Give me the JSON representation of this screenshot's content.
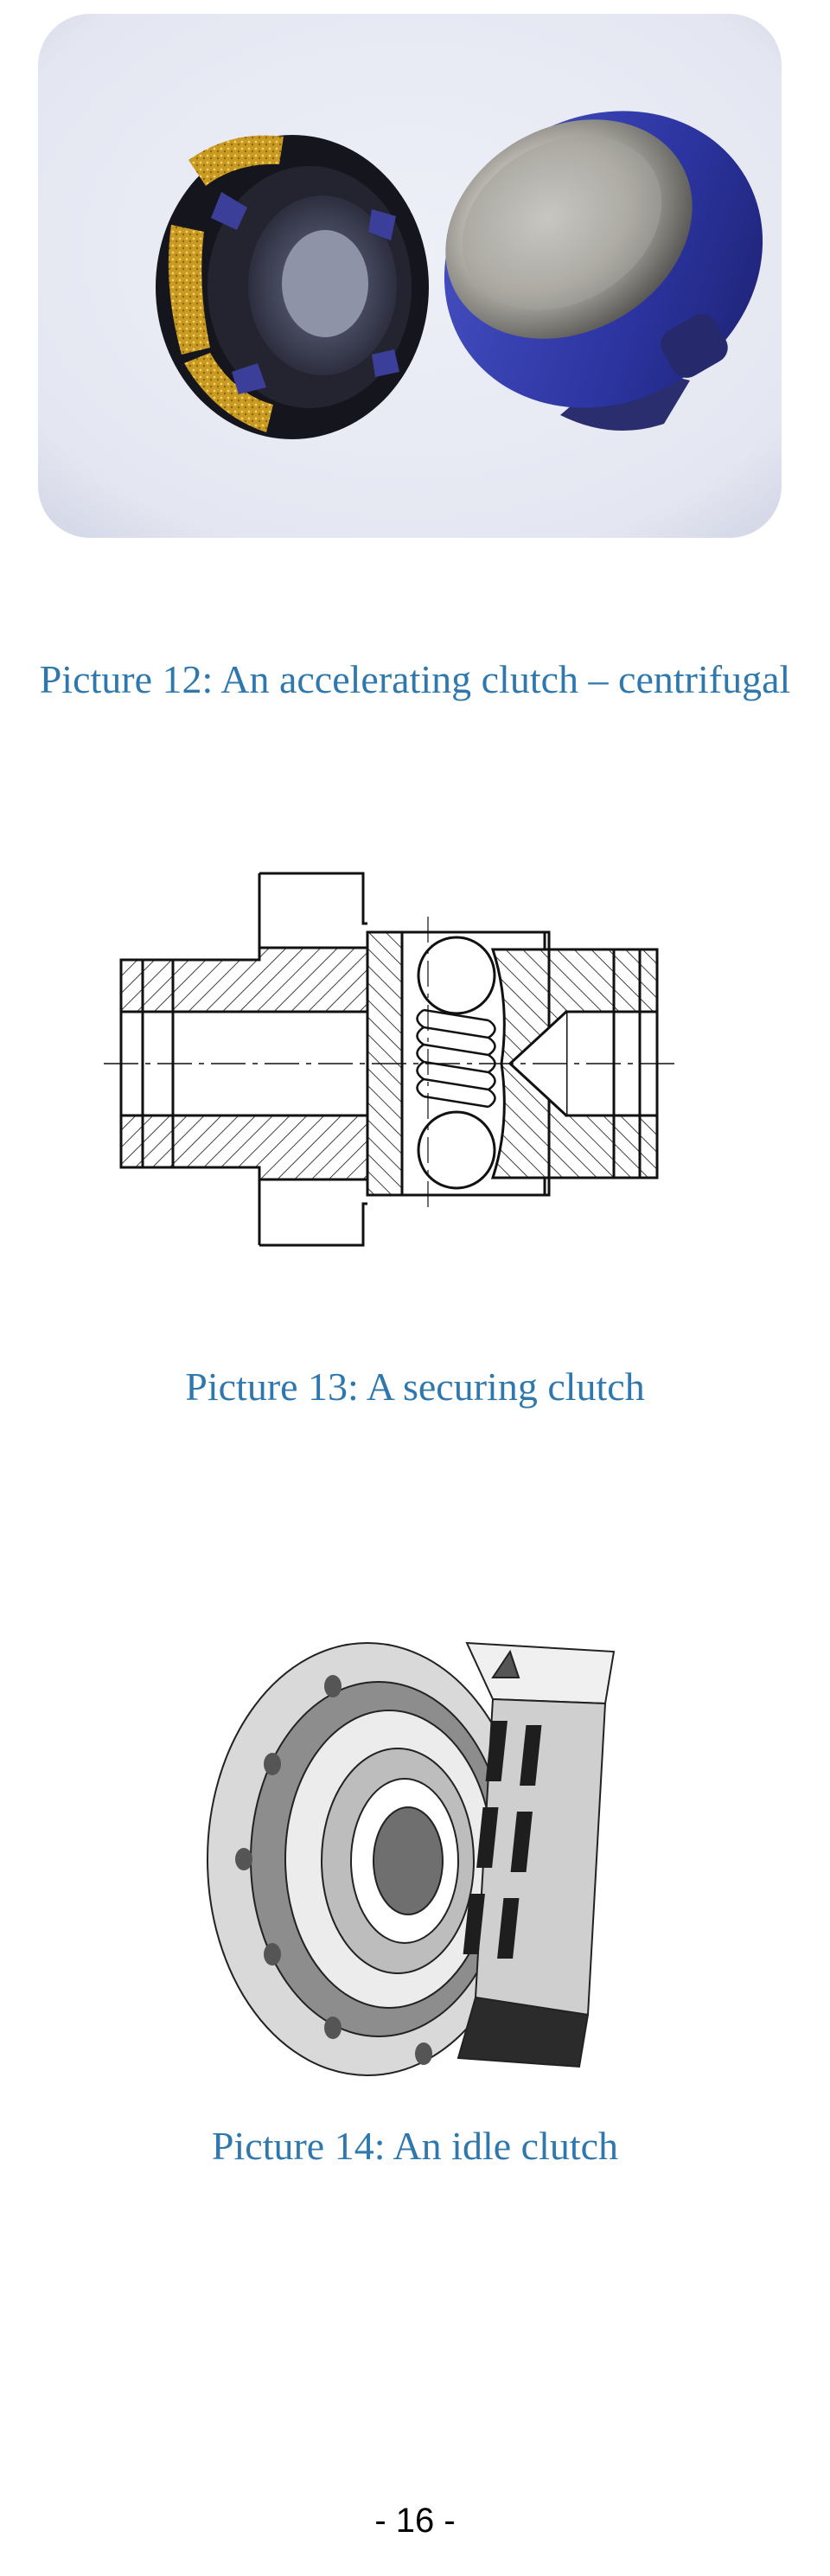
{
  "figures": [
    {
      "caption": "Picture 12: An accelerating clutch – centrifugal",
      "image": "centrifugal-clutch-photo"
    },
    {
      "caption": "Picture 13: A securing clutch",
      "image": "securing-clutch-cross-section-drawing"
    },
    {
      "caption": "Picture 14: An idle clutch",
      "image": "idle-clutch-cutaway-illustration"
    }
  ],
  "footer": {
    "page_number": "- 16 -"
  },
  "colors": {
    "caption": "#2f78ad",
    "photo_background": "#e9ebf4",
    "clutch_blue": "#2f3aa8",
    "friction_lining": "#d6a830"
  }
}
